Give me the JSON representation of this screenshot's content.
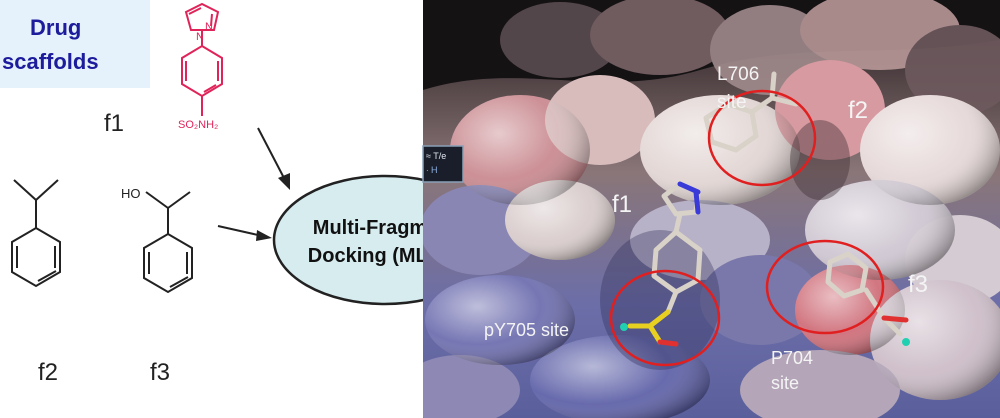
{
  "left_panel": {
    "title_line1": "Drug",
    "title_line2": "scaffolds",
    "f1_label": "f1",
    "f2_label": "f2",
    "f3_label": "f3",
    "f1_atom_n1": "N",
    "f1_atom_n2": "N",
    "f1_group": "SO₂NH₂",
    "f3_group": "HO",
    "colors": {
      "title": "#1c1c9c",
      "f1_structure": "#e0245a",
      "structure": "#222222",
      "title_bg": "#e6f2fb"
    }
  },
  "center": {
    "line1": "Multi-Fragment",
    "line2": "Docking (MLSD)",
    "colors": {
      "ellipse_fill": "#d6ecef",
      "ellipse_stroke": "#222222"
    }
  },
  "right_panel": {
    "labels": {
      "l706_line1": "L706",
      "l706_line2": "site",
      "f2": "f2",
      "f1": "f1",
      "f3": "f3",
      "py705": "pY705 site",
      "p704_line1": "P704",
      "p704_line2": "site"
    },
    "inset": {
      "line1": "≈ T/e",
      "line2": "∙ H"
    },
    "colors": {
      "highlight_circle": "#e02020",
      "label_text": "#f4f4f4",
      "surface_pink": "#cf8a90",
      "surface_blue": "#6a6ab0"
    }
  }
}
